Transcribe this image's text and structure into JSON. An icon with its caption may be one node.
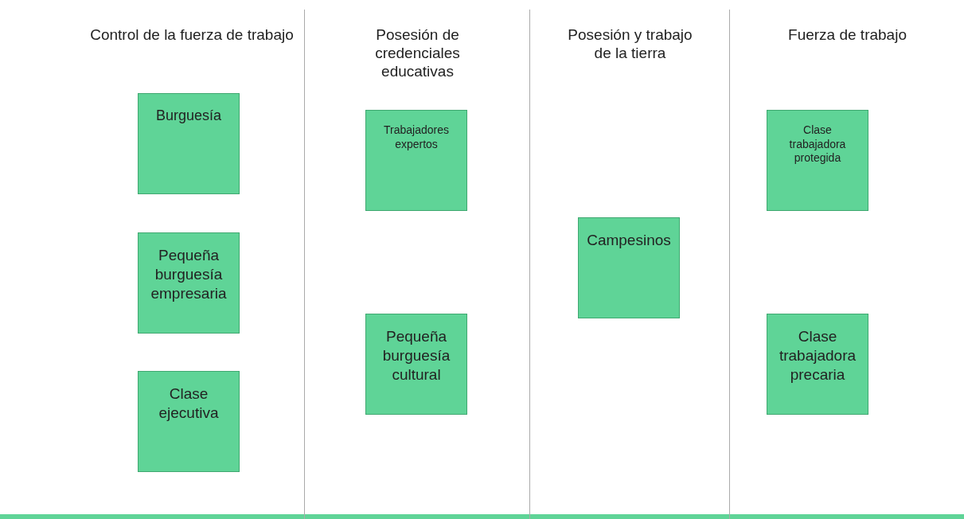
{
  "diagram": {
    "nodes": [
      {
        "text": [
          "Control de la fuerza de trabajo"
        ]
      },
      {
        "text": [
          "Burguesía"
        ],
        "in": 0
      },
      {
        "text": [
          "Pequeña burguesía empresaria"
        ],
        "in": 0
      },
      {
        "text": [
          "Clase ejecutiva"
        ],
        "in": 0
      },
      {
        "text": [
          "Posesión de credenciales educativas"
        ]
      },
      {
        "text": [
          "Trabajadores expertos"
        ],
        "in": 4
      },
      {
        "text": [
          "Pequeña burguesía cultural"
        ],
        "in": 4
      },
      {
        "text": [
          "Posesión y trabajo de la tierra"
        ]
      },
      {
        "text": [
          "Campesinos"
        ],
        "in": 7
      },
      {
        "text": [
          "Fuerza de trabajo"
        ]
      },
      {
        "text": [
          "Clase trabajadora protegida"
        ],
        "in": 9
      },
      {
        "text": [
          "Clase trabajadora precaria"
        ],
        "in": 9
      }
    ]
  }
}
